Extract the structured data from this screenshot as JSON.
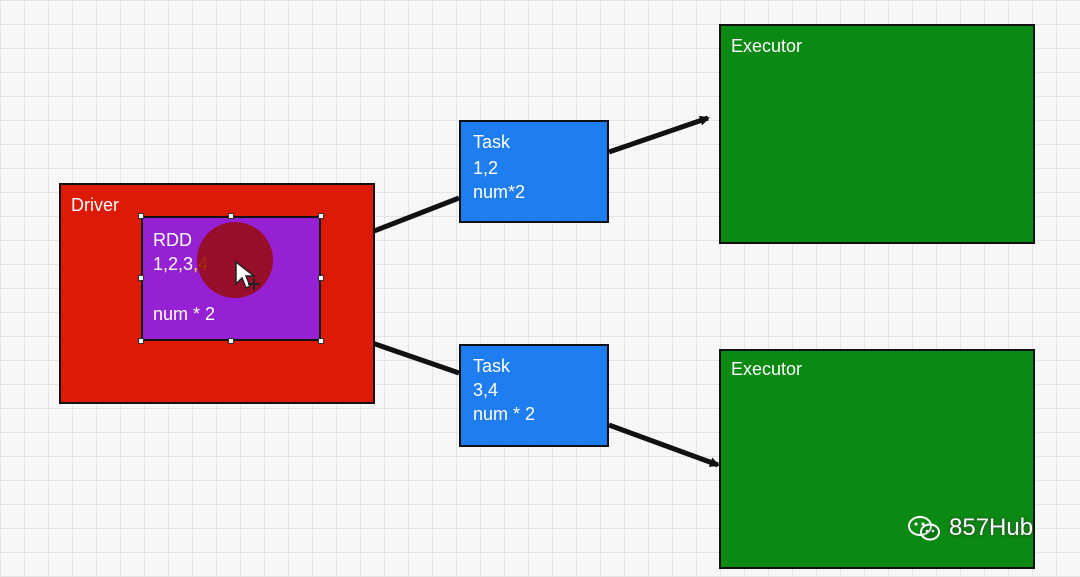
{
  "driver": {
    "label": "Driver",
    "color": "#dd1a04"
  },
  "rdd": {
    "label": "RDD",
    "values_prefix": "1,2,3",
    "values_highlight": ",4",
    "op": "num * 2",
    "color": "#9621d4"
  },
  "tasks": [
    {
      "label": "Task",
      "values": "1,2",
      "op": "num*2"
    },
    {
      "label": "Task",
      "values": "3,4",
      "op": "num * 2"
    }
  ],
  "executors": [
    {
      "label": "Executor"
    },
    {
      "label": "Executor"
    }
  ],
  "watermark": {
    "text": "857Hub",
    "icon": "wechat-icon"
  },
  "colors": {
    "task": "#1f7df2",
    "executor": "#0a8a12",
    "highlight": "#ffe01a"
  }
}
